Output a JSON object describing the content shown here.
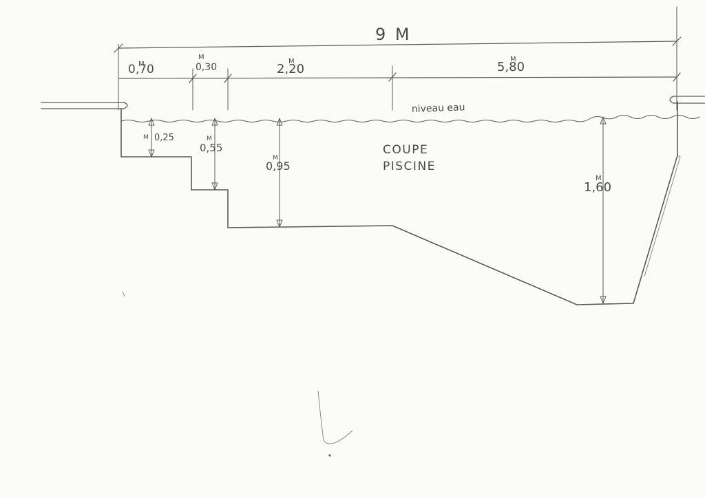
{
  "drawing": {
    "total_width": "9 M",
    "segments": [
      {
        "value": "0,70",
        "unit": "M"
      },
      {
        "value": "0,30",
        "unit": "M"
      },
      {
        "value": "2,20",
        "unit": "M"
      },
      {
        "value": "5,80",
        "unit": "M"
      }
    ],
    "depths": [
      {
        "value": "0,25",
        "unit": "M"
      },
      {
        "value": "0,55",
        "unit": "M"
      },
      {
        "value": "0,95",
        "unit": "M"
      },
      {
        "value": "1,60",
        "unit": "M"
      }
    ],
    "water_level": "niveau eau",
    "title_line1": "COUPE",
    "title_line2": "PISCINE"
  },
  "colors": {
    "paper": "#fbfbf8",
    "pencil": "#5a5a5a"
  }
}
